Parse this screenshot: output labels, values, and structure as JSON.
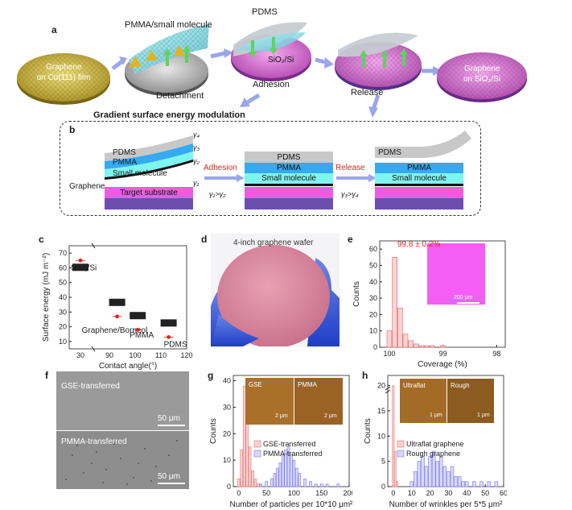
{
  "panel_letters": {
    "a": "a",
    "b": "b",
    "c": "c",
    "d": "d",
    "e": "e",
    "f": "f",
    "g": "g",
    "h": "h"
  },
  "panel_a": {
    "wafer1": {
      "line1": "Graphene",
      "line2": "on Cu(111) film"
    },
    "step1_label": "PMMA/small molecule",
    "step1_caption": "Detachment",
    "step2_label": "PDMS",
    "step2_sub": "SiO₂/Si",
    "step2_caption": "Adhesion",
    "step3_caption": "Release",
    "wafer2": {
      "line1": "Graphene",
      "line2": "on SiO₂/Si"
    },
    "section_title": "Gradient surface energy modulation"
  },
  "panel_b": {
    "graphene_label": "Graphene",
    "stack1": {
      "pdms": "PDMS",
      "pmma": "PMMA",
      "small": "Small molecule",
      "substrate": "Target substrate"
    },
    "gamma": [
      "γ₄",
      "γ₃",
      "γ₂",
      "γ₁"
    ],
    "adhesion": "Adhesion",
    "cond1": "γ₁>γ₂",
    "stack2": {
      "pdms": "PDMS",
      "pmma": "PMMA",
      "small": "Small molecule"
    },
    "release": "Release",
    "cond2": "γ₃>γ₄",
    "stack3": {
      "pdms": "PDMS",
      "pmma": "PMMA",
      "small": "Small molecule"
    },
    "colors": {
      "pdms": "#c8c8c8",
      "pmma": "#35aaf2",
      "small": "#7ff5f0",
      "graphene": "#111111",
      "substrate": "#ee5be3",
      "si": "#6a4fae",
      "accent": "#e0241b"
    }
  },
  "panel_c": {
    "chart_data": {
      "type": "scatter",
      "xlabel": "Contact angle(°)",
      "ylabel": "Surface energy (mJ m⁻²)",
      "xticks": [
        "30",
        "90",
        "100",
        "110",
        "120"
      ],
      "yticks": [
        "10",
        "20",
        "30",
        "40",
        "50",
        "60",
        "70"
      ],
      "xlim": [
        25,
        120
      ],
      "ylim": [
        5,
        75
      ],
      "axis_break": "between 30 and 90",
      "points": [
        {
          "label": "SiO₂/Si",
          "x": 30,
          "y": 65
        },
        {
          "label": "Graphene/Borneol",
          "x": 93,
          "y": 27
        },
        {
          "label": "PMMA",
          "x": 101,
          "y": 18
        },
        {
          "label": "PDMS",
          "x": 113,
          "y": 13
        }
      ]
    }
  },
  "panel_d": {
    "title": "4-inch graphene wafer"
  },
  "panel_e": {
    "annotation": "99.8 ± 0.2%",
    "scalebar": "200 μm",
    "chart_data": {
      "type": "bar",
      "xlabel": "Coverage (%)",
      "ylabel": "Counts",
      "xticks": [
        "100",
        "99",
        "98"
      ],
      "yticks": [
        "0",
        "10",
        "20",
        "30",
        "40",
        "50",
        "60"
      ],
      "ylim": [
        0,
        65
      ],
      "x": [
        100.0,
        99.9,
        99.8,
        99.7,
        99.6,
        99.5,
        99.4,
        99.3,
        99.2,
        99.1,
        99.0,
        98.9
      ],
      "values": [
        10,
        55,
        24,
        8,
        4,
        2,
        1,
        1,
        1,
        0,
        1,
        0
      ]
    }
  },
  "panel_f": {
    "top_label": "GSE-transferred",
    "bottom_label": "PMMA-transferred",
    "scalebar_top": "50 μm",
    "scalebar_bottom": "50 μm"
  },
  "panel_g": {
    "inset_left": "GSE",
    "inset_right": "PMMA",
    "inset_scale_left": "2 μm",
    "inset_scale_right": "2 μm",
    "chart_data": {
      "type": "bar",
      "xlabel": "Number of particles per 10*10 μm²",
      "ylabel": "Counts",
      "xticks": [
        "0",
        "50",
        "100",
        "150",
        "200"
      ],
      "yticks": [
        "0",
        "10",
        "20",
        "30",
        "40"
      ],
      "xlim": [
        -10,
        200
      ],
      "ylim": [
        0,
        42
      ],
      "series": [
        {
          "name": "GSE-transferred",
          "color": "#e87070",
          "x": [
            0,
            5,
            10,
            15,
            20,
            25,
            30,
            35,
            40
          ],
          "values": [
            3,
            14,
            38,
            36,
            15,
            6,
            3,
            1,
            1
          ]
        },
        {
          "name": "PMMA-transferred",
          "color": "#7a7ae8",
          "x": [
            40,
            50,
            60,
            65,
            70,
            75,
            80,
            85,
            90,
            95,
            100,
            105,
            110,
            120,
            130,
            140,
            150,
            160,
            180
          ],
          "values": [
            1,
            2,
            3,
            5,
            7,
            9,
            12,
            14,
            15,
            12,
            10,
            7,
            5,
            3,
            2,
            1,
            1,
            1,
            1
          ]
        }
      ]
    }
  },
  "panel_h": {
    "inset_left": "Ultraflat",
    "inset_right": "Rough",
    "inset_scale_left": "1 μm",
    "inset_scale_right": "1 μm",
    "chart_data": {
      "type": "bar",
      "xlabel": "Number of wrinkles per 5*5 μm²",
      "ylabel": "Counts",
      "xticks": [
        "0",
        "10",
        "20",
        "30",
        "40",
        "50",
        "60"
      ],
      "yticks": [
        "0",
        "5",
        "10",
        "15",
        "20"
      ],
      "xlim": [
        -3,
        60
      ],
      "ylim": [
        0,
        22
      ],
      "series": [
        {
          "name": "Ultraflat graphene",
          "color": "#e87070",
          "x": [
            0,
            1,
            2
          ],
          "values": [
            20,
            7,
            1
          ]
        },
        {
          "name": "Rough graphene",
          "color": "#7a7ae8",
          "x": [
            10,
            12,
            14,
            16,
            18,
            20,
            22,
            24,
            26,
            28,
            30,
            32,
            34,
            36,
            38,
            40,
            44,
            48,
            52,
            56
          ],
          "values": [
            1,
            3,
            5,
            6,
            4,
            6,
            7,
            5,
            6,
            4,
            3,
            4,
            2,
            2,
            1,
            1,
            1,
            1,
            1,
            1
          ]
        }
      ]
    }
  }
}
